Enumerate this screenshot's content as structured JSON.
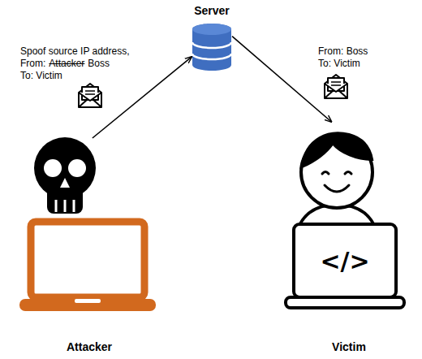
{
  "diagram": {
    "nodes": [
      {
        "text": [
          "Server"
        ]
      },
      {
        "text": [
          "Attacker"
        ]
      },
      {
        "text": [
          "Victim"
        ]
      }
    ],
    "edges": [
      {
        "from": 1,
        "to": 0,
        "arrow": "to"
      },
      {
        "from": 0,
        "to": 2,
        "arrow": "to"
      }
    ],
    "labels": [
      "Spoof source IP address,",
      "From:",
      "Attacker",
      "Boss",
      "To: Victim",
      "From: Boss",
      "To: Victim",
      "</>"
    ]
  }
}
